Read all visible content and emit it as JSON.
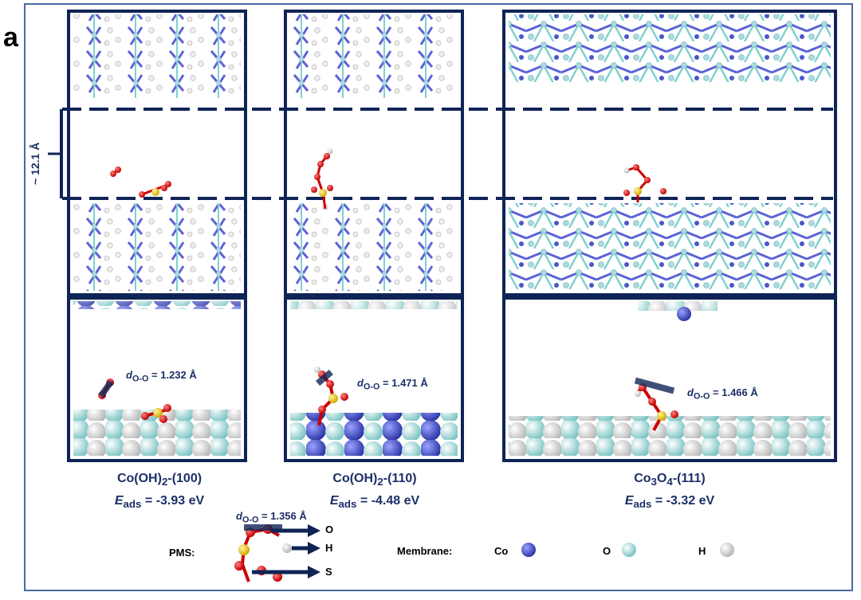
{
  "panel_letter": "a",
  "gap_label": "~ 12.1 Å",
  "structures": [
    {
      "name": "Co(OH)",
      "sub": "2",
      "suffix": "-(100)",
      "e_label": "E",
      "e_sub": "ads",
      "e_value": "= -3.93 eV",
      "d_label": "d",
      "d_sub": "O-O",
      "d_value": "= 1.232 Å"
    },
    {
      "name": "Co(OH)",
      "sub": "2",
      "suffix": "-(110)",
      "e_label": "E",
      "e_sub": "ads",
      "e_value": "= -4.48 eV",
      "d_label": "d",
      "d_sub": "O-O",
      "d_value": "= 1.471 Å"
    },
    {
      "name": "Co",
      "sub": "3",
      "mid": "O",
      "sub2": "4",
      "suffix": "-(111)",
      "e_label": "E",
      "e_sub": "ads",
      "e_value": "= -3.32 eV",
      "d_label": "d",
      "d_sub": "O-O",
      "d_value": "= 1.466 Å"
    }
  ],
  "pms": {
    "label": "PMS:",
    "d_label": "d",
    "d_sub": "O-O",
    "d_value": "= 1.356 Å",
    "arrows": [
      "O",
      "H",
      "S"
    ]
  },
  "membrane": {
    "label": "Membrane:",
    "items": [
      "Co",
      "O",
      "H"
    ]
  },
  "colors": {
    "co": "#4a56c9",
    "o_membrane": "#a9dcdc",
    "h": "#e8e8e8",
    "o_pms": "#e01b1b",
    "s": "#f0d22a",
    "frame": "#0f2456",
    "dash": "#0f2456"
  }
}
